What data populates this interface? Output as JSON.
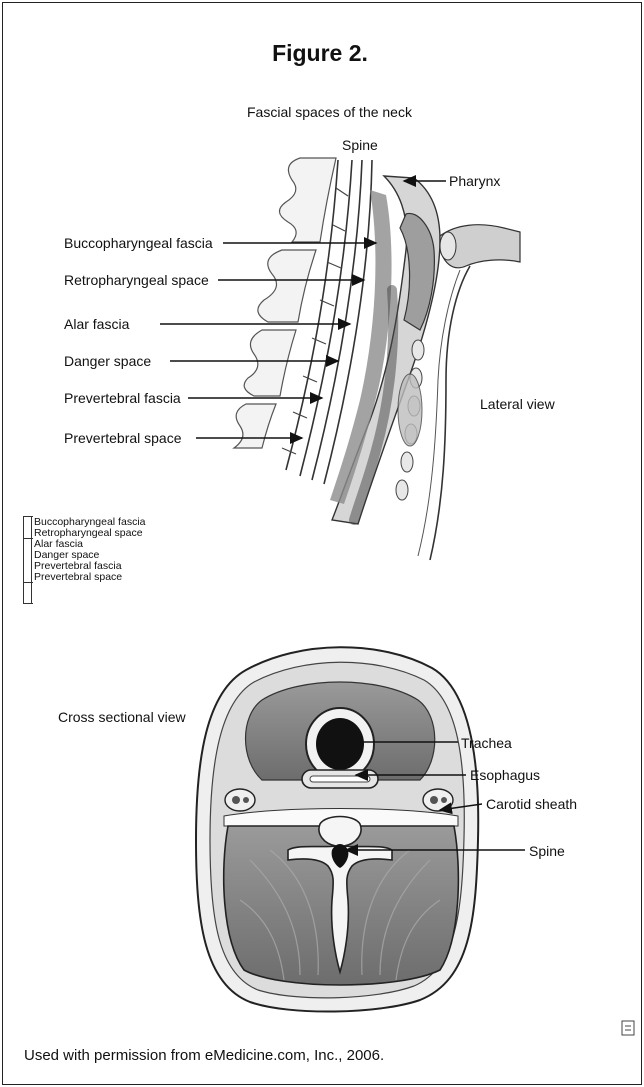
{
  "figure": {
    "title": "Figure 2.",
    "subtitle": "Fascial spaces of the neck"
  },
  "lateral": {
    "spine_label": "Spine",
    "pharynx_label": "Pharynx",
    "left_labels": [
      "Buccopharyngeal fascia",
      "Retropharyngeal space",
      "Alar fascia",
      "Danger space",
      "Prevertebral fascia",
      "Prevertebral space"
    ],
    "view_label": "Lateral view"
  },
  "legend": {
    "items": [
      "Buccopharyngeal fascia",
      "Retropharyngeal space",
      "Alar fascia",
      "Danger space",
      "Prevertebral fascia",
      "Prevertebral space"
    ]
  },
  "cross": {
    "view_label": "Cross sectional view",
    "labels": {
      "trachea": "Trachea",
      "esophagus": "Esophagus",
      "carotid": "Carotid sheath",
      "spine": "Spine"
    }
  },
  "credit": "Used with permission from eMedicine.com, Inc., 2006."
}
